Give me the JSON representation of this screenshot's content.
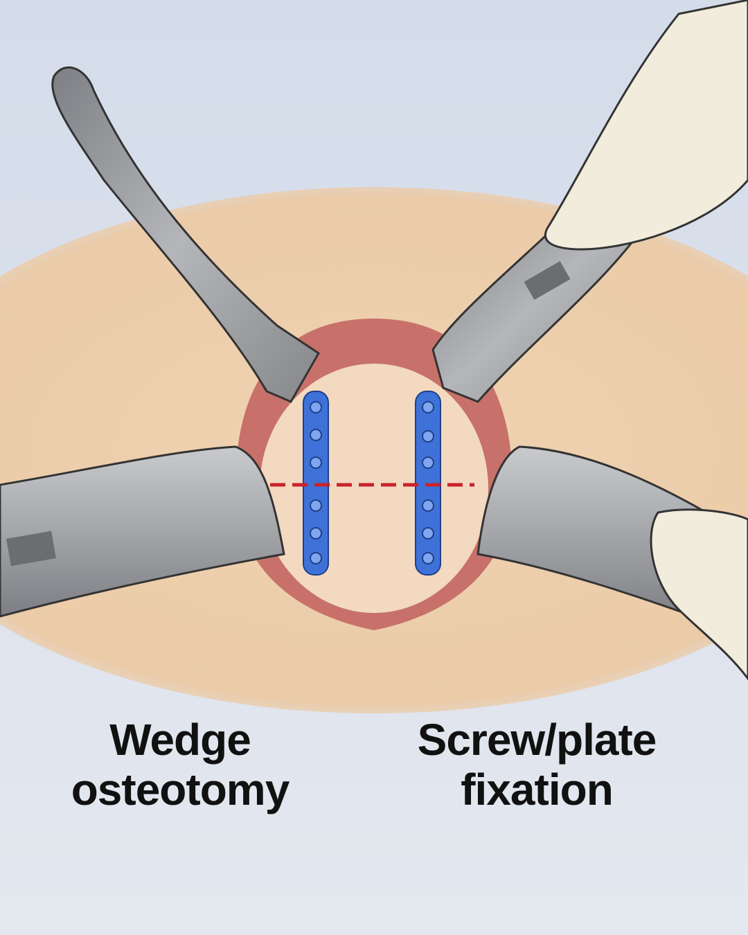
{
  "labels": {
    "left": {
      "line1": "Wedge",
      "line2": "osteotomy"
    },
    "right": {
      "line1": "Screw/plate",
      "line2": "fixation"
    }
  },
  "colors": {
    "background": "#dfe5ee",
    "skin": "#ecceac",
    "wound_rim": "#c7716a",
    "bone": "#f2d9c0",
    "plate": "#3f72d8",
    "cut_line": "#c8232b",
    "retractor": "#9a9ca0",
    "glove": "#f1ecdc"
  }
}
